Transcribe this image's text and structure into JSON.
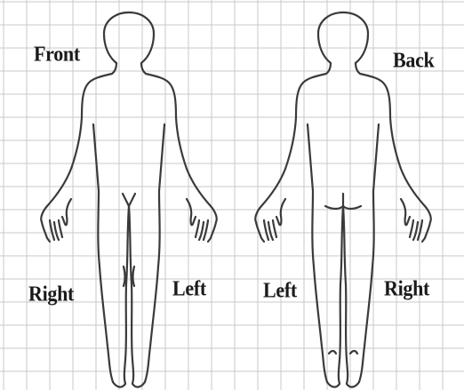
{
  "labels": {
    "front": "Front",
    "back": "Back",
    "front_right": "Right",
    "front_left": "Left",
    "back_left": "Left",
    "back_right": "Right"
  },
  "colors": {
    "grid": "#c9c9c9",
    "outline": "#3a3a3a",
    "text": "#1a1a1a"
  }
}
